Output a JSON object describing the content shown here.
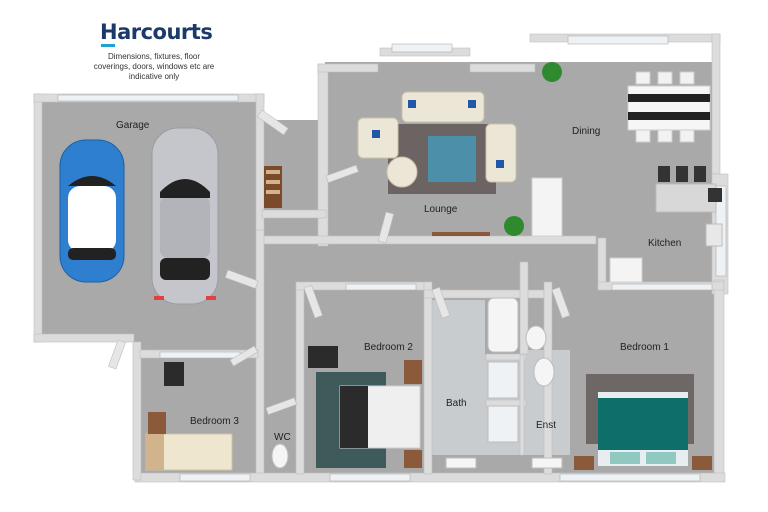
{
  "brand": {
    "name": "Harcourts",
    "disclaimer": "Dimensions, fixtures, floor coverings, doors, windows etc are indicative only",
    "colors": {
      "brand": "#1b3a6b",
      "accent": "#1ea1d8"
    }
  },
  "rooms": {
    "garage": "Garage",
    "lounge": "Lounge",
    "dining": "Dining",
    "kitchen": "Kitchen",
    "bedroom1": "Bedroom 1",
    "bedroom2": "Bedroom 2",
    "bedroom3": "Bedroom 3",
    "bath": "Bath",
    "ensuite": "Enst",
    "wc": "WC"
  },
  "colors": {
    "floor": "#a9a9a9",
    "wall": "#dcdcdc",
    "car_blue": "#2f7fd0",
    "car_silver": "#c4c6cc",
    "rug_lounge": "#6c6463",
    "rug_bed1": "#6d6866",
    "rug_bed2": "#3f5a5a",
    "teal_cover": "#0e6f6a"
  }
}
